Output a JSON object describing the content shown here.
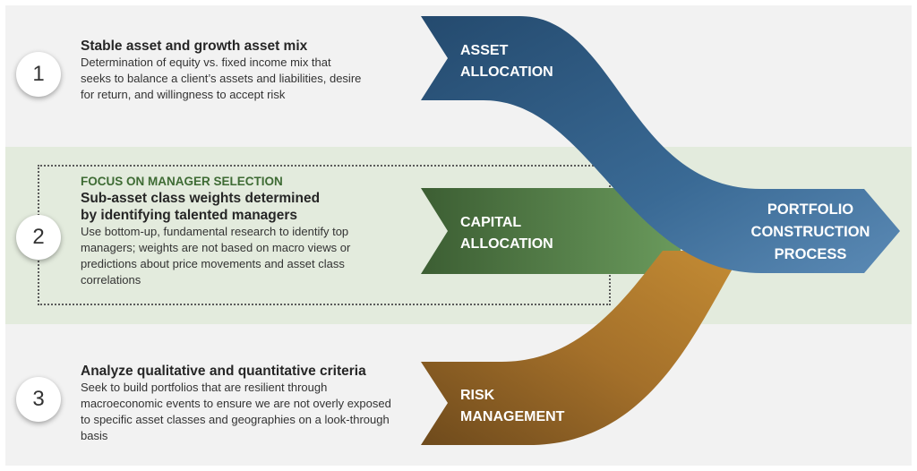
{
  "steps": [
    {
      "number": "1",
      "heading": "Stable asset and growth asset mix",
      "body_lines": [
        "Determination of equity vs. fixed income mix that",
        "seeks to balance a client’s assets and liabilities, desire",
        "for return, and willingness to accept risk"
      ]
    },
    {
      "number": "2",
      "focus": "FOCUS ON MANAGER SELECTION",
      "heading_lines": [
        "Sub-asset class weights determined",
        "by identifying talented managers"
      ],
      "body_lines": [
        "Use bottom-up, fundamental research to identify top",
        "managers; weights are not based on macro views or",
        "predictions about price movements and asset class",
        "correlations"
      ]
    },
    {
      "number": "3",
      "heading": "Analyze qualitative and quantitative criteria",
      "body_lines": [
        "Seek to build portfolios that are resilient through",
        "macroeconomic events to ensure we are not overly exposed",
        "to specific asset classes and geographies on a look-through",
        "basis"
      ]
    }
  ],
  "arrows": {
    "asset_allocation": [
      "ASSET",
      "ALLOCATION"
    ],
    "capital_allocation": [
      "CAPITAL",
      "ALLOCATION"
    ],
    "risk_management": [
      "RISK",
      "MANAGEMENT"
    ],
    "portfolio": [
      "PORTFOLIO",
      "CONSTRUCTION",
      "PROCESS"
    ]
  },
  "colors": {
    "asset_blue": "#3a6a95",
    "capital_green": "#5a8a4f",
    "risk_brown": "#a8742a",
    "focus_green": "#3e6b34"
  }
}
